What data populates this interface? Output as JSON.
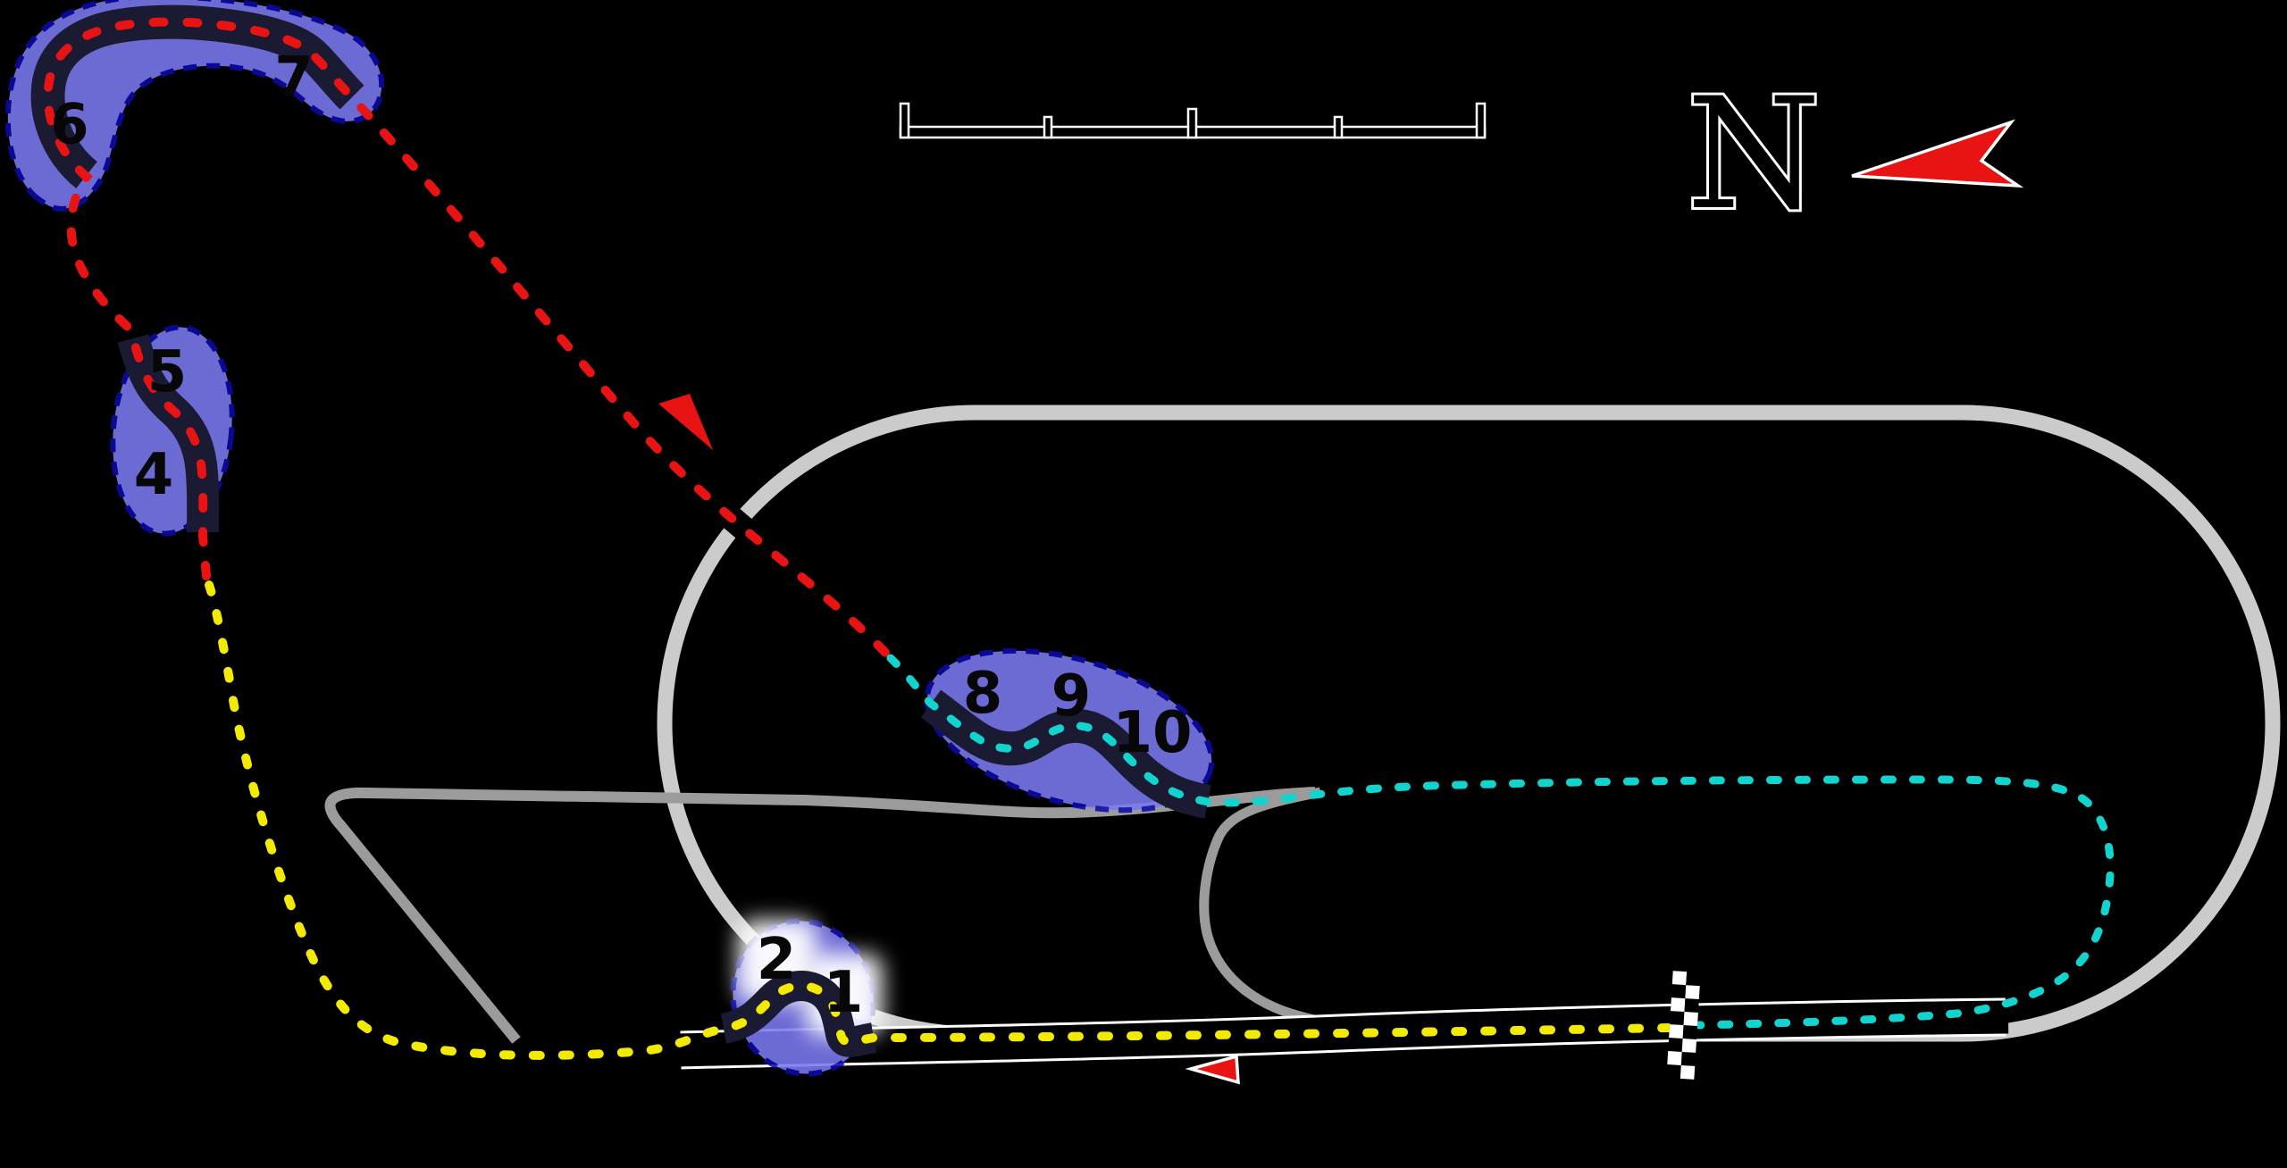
{
  "title": "race-circuit-track-map",
  "compass": {
    "label": "N"
  },
  "corners": [
    {
      "label": "1"
    },
    {
      "label": "2"
    },
    {
      "label": "4"
    },
    {
      "label": "5"
    },
    {
      "label": "6"
    },
    {
      "label": "7"
    },
    {
      "label": "8"
    },
    {
      "label": "9"
    },
    {
      "label": "10"
    }
  ],
  "colors": {
    "background": "#000000",
    "sector1_yellow": "#f2ea00",
    "sector2_red": "#e81313",
    "sector3_cyan": "#12d3cd",
    "chicane_zone_fill": "#7b79f1",
    "chicane_zone_border": "#0b0baa",
    "road_dark": "#1a1a33",
    "oval_track_gray": "#cbcbcb",
    "service_road_gray": "#9b9b9b",
    "arrow_red": "#e81313",
    "outline_white": "#ffffff"
  },
  "icons": {
    "north_arrow": "north-arrow-left",
    "direction_arrow_1": "route-direction-arrow-southeast",
    "direction_arrow_2": "route-direction-arrow-west",
    "start_finish": "checkered-flag-strip",
    "scale_bar": "map-scale-bar"
  }
}
